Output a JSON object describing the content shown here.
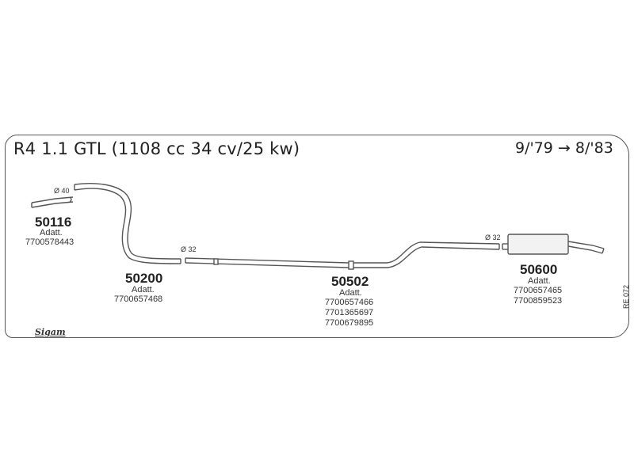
{
  "header": {
    "title": "R4 1.1 GTL (1108 cc 34 cv/25 kw)",
    "date_range": "9/'79 → 8/'83"
  },
  "parts": [
    {
      "number": "50116",
      "adatt": "Adatt.",
      "oem": [
        "7700578443"
      ],
      "diameter": "Ø 40"
    },
    {
      "number": "50200",
      "adatt": "Adatt.",
      "oem": [
        "7700657468"
      ],
      "diameter": "Ø 32"
    },
    {
      "number": "50502",
      "adatt": "Adatt.",
      "oem": [
        "7700657466",
        "7701365697",
        "7700679895"
      ],
      "diameter": ""
    },
    {
      "number": "50600",
      "adatt": "Adatt.",
      "oem": [
        "7700657465",
        "7700859523"
      ],
      "diameter": "Ø 32"
    }
  ],
  "ref_code": "RE 072",
  "logo": "Sigam"
}
